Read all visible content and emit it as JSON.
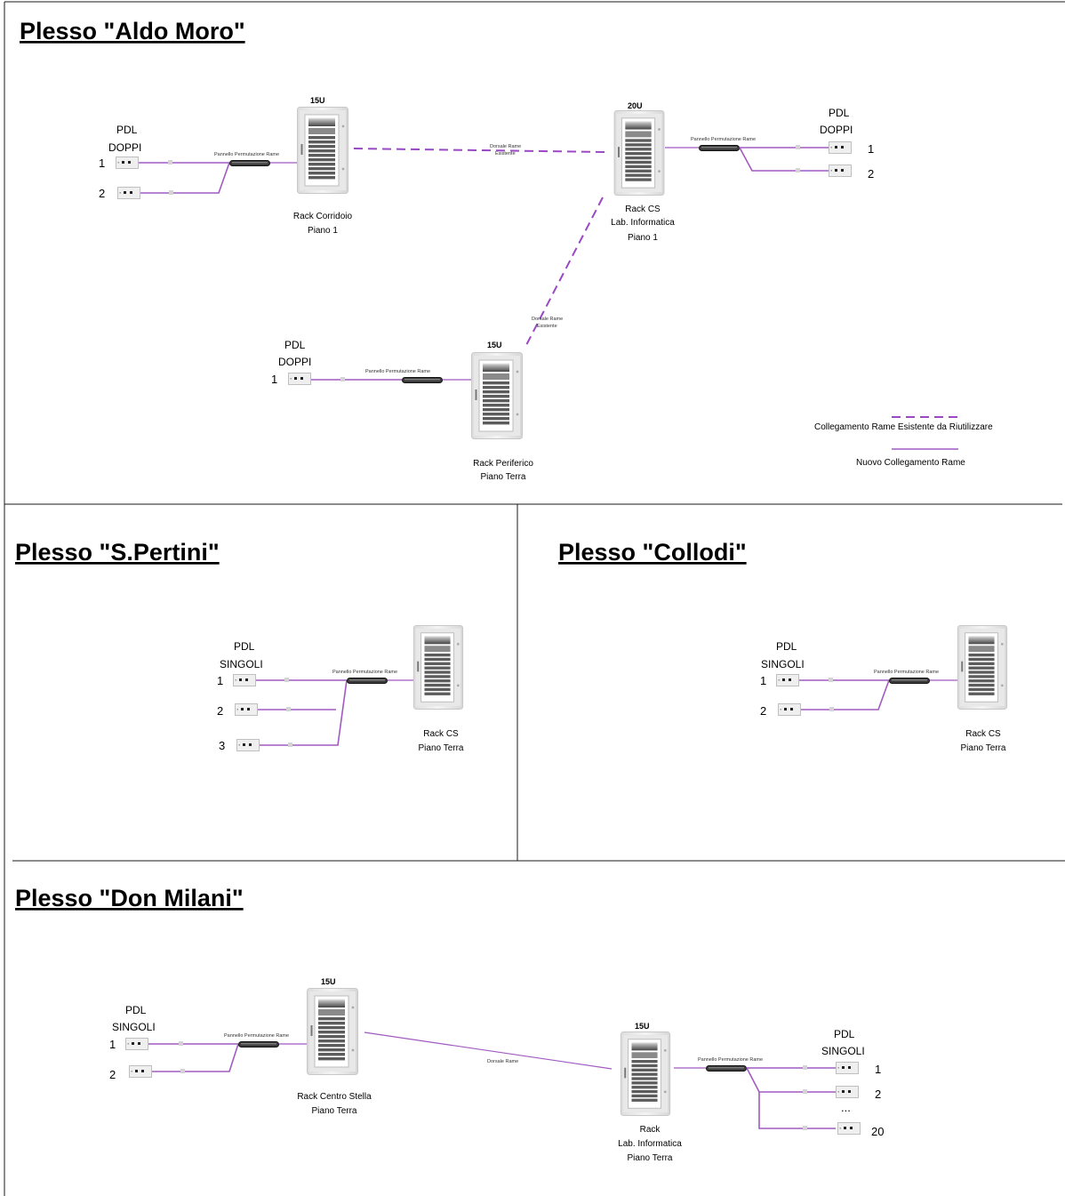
{
  "sections": {
    "aldo_moro": {
      "title": "Plesso \"Aldo Moro\"",
      "pdl_left": {
        "line1": "PDL",
        "line2": "DOPPI",
        "ports": [
          "1",
          "2"
        ]
      },
      "pdl_right": {
        "line1": "PDL",
        "line2": "DOPPI",
        "ports": [
          "1",
          "2"
        ]
      },
      "pdl_bottom": {
        "line1": "PDL",
        "line2": "DOPPI",
        "ports": [
          "1"
        ]
      },
      "rack_corridoio": {
        "units": "15U",
        "line1": "Rack Corridoio",
        "line2": "Piano 1"
      },
      "rack_cs": {
        "units": "20U",
        "line1": "Rack CS",
        "line2": "Lab. Informatica",
        "line3": "Piano 1"
      },
      "rack_periferico": {
        "units": "15U",
        "line1": "Rack Periferico",
        "line2": "Piano Terra"
      },
      "panel_label": "Pannello Permutazione Rame",
      "dorsale_label_1": "Dorsale Rame",
      "dorsale_label_2": "Esistente",
      "legend": {
        "existing": "Collegamento Rame Esistente da Riutilizzare",
        "new": "Nuovo Collegamento Rame"
      }
    },
    "pertini": {
      "title": "Plesso \"S.Pertini\"",
      "pdl": {
        "line1": "PDL",
        "line2": "SINGOLI",
        "ports": [
          "1",
          "2",
          "3"
        ]
      },
      "panel_label": "Pannello Permutazione Rame",
      "rack": {
        "line1": "Rack CS",
        "line2": "Piano Terra"
      }
    },
    "collodi": {
      "title": "Plesso \"Collodi\"",
      "pdl": {
        "line1": "PDL",
        "line2": "SINGOLI",
        "ports": [
          "1",
          "2"
        ]
      },
      "panel_label": "Pannello Permutazione Rame",
      "rack": {
        "line1": "Rack CS",
        "line2": "Piano Terra"
      }
    },
    "don_milani": {
      "title": "Plesso \"Don Milani\"",
      "pdl_left": {
        "line1": "PDL",
        "line2": "SINGOLI",
        "ports": [
          "1",
          "2"
        ]
      },
      "pdl_right": {
        "line1": "PDL",
        "line2": "SINGOLI",
        "ports": [
          "1",
          "2",
          "...",
          "20"
        ]
      },
      "rack_centro": {
        "units": "15U",
        "line1": "Rack Centro Stella",
        "line2": "Piano Terra"
      },
      "rack_lab": {
        "units": "15U",
        "line1": "Rack",
        "line2": "Lab. Informatica",
        "line3": "Piano Terra"
      },
      "panel_label": "Pannello Permutazione Rame",
      "dorsale_label": "Dorsale Rame"
    }
  },
  "colors": {
    "link_purple": "#a05ac0",
    "existing_link_purple": "#9a48c4",
    "frame": "#1a1a1a",
    "rack_body": "#eeeeee"
  }
}
